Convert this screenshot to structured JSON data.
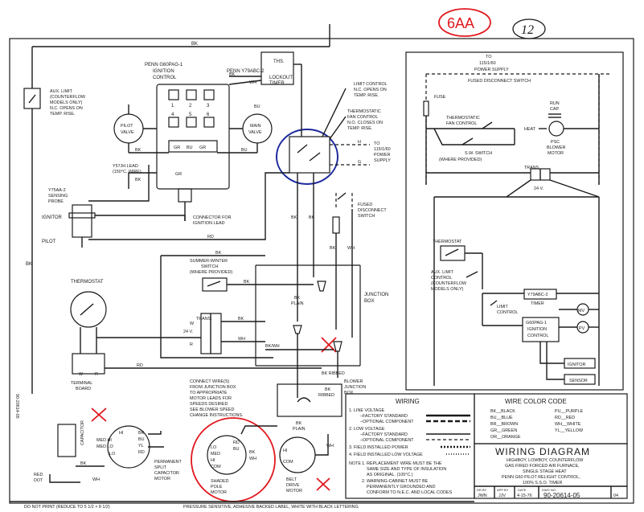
{
  "header": {
    "handwritten_code": "6AA",
    "circled_number": "12"
  },
  "components": {
    "power_supply_top": [
      "TO",
      "115/1/60",
      "POWER SUPPLY"
    ],
    "fused_disconnect_switch": "FUSED DISCONNECT SWITCH",
    "fuse": "FUSE",
    "run_cap": [
      "RUN",
      "CAP."
    ],
    "thermostatic_fan_control_right": [
      "THERMOSTATIC",
      "FAN CONTROL"
    ],
    "heat": "HEAT",
    "psc_blower_motor": [
      "PSC",
      "BLOWER",
      "MOTOR"
    ],
    "sw_switch": [
      "S.W. SWITCH",
      "(WHERE PROVIDED)"
    ],
    "trans_right": "TRANS.",
    "v24_right": "24 V.",
    "thermostat_right": "THERMOSTAT",
    "aux_limit_right": [
      "AUX. LIMIT",
      "CONTROL",
      "(COUNTERFLOW",
      "MODELS ONLY)"
    ],
    "y79abc_timer": [
      "Y79ABC-2",
      "TIMER"
    ],
    "limit_control_right": [
      "LIMIT",
      "CONTROL"
    ],
    "mv": "MV",
    "pv": "PV",
    "g60pag_control": [
      "G60PAG-1",
      "IGNITION",
      "CONTROL"
    ],
    "ignitor_right": "IGNITOR",
    "sensor": "SENSOR",
    "aux_limit_left": [
      "AUX. LIMIT",
      "(COUNTERFLOW",
      "MODELS ONLY)",
      "N.C. OPENS ON",
      "TEMP. RISE."
    ],
    "penn_g60pag": [
      "PENN G60PAG-1",
      "IGNITION",
      "CONTROL"
    ],
    "penn_y79abc": [
      "PENN Y79ABC-2",
      "LOCKOUT",
      "TIMER"
    ],
    "ths": "THS.",
    "pilot_valve": [
      "PILOT",
      "VALVE"
    ],
    "main_valve": [
      "MAIN",
      "VALVE"
    ],
    "limit_control_top": [
      "LIMIT CONTROL",
      "N.C. OPENS ON",
      "TEMP. RISE."
    ],
    "thermostatic_fan_control_top": [
      "THERMOSTATIC",
      "FAN CONTROL",
      "N.O. CLOSES ON",
      "TEMP. RISE."
    ],
    "power_supply_mid": [
      "TO",
      "115/1/60",
      "POWER",
      "SUPPLY"
    ],
    "fused_disconnect_mid": [
      "FUSED",
      "DISCONNECT",
      "SWITCH"
    ],
    "y75jh_lead": [
      "Y57JH LEAD",
      "(150°C. WIRE)"
    ],
    "y75aa_probe": [
      "Y75AA-2",
      "SENSING",
      "PROBE"
    ],
    "ignitor_left": "IGNITOR",
    "pilot_left": "PILOT",
    "connector_ignition": [
      "CONNECTOR FOR",
      "IGNITION LEAD"
    ],
    "summer_winter": [
      "SUMMER-WINTER",
      "SWITCH",
      "(WHERE PROVIDED)"
    ],
    "junction_box": [
      "JUNCTION",
      "BOX"
    ],
    "thermostat_left": "THERMOSTAT",
    "trans_left": "TRANS.",
    "v24_left": "24 V.",
    "terminal_board": [
      "TERMINAL",
      "BOARD"
    ],
    "connect_wires_note": [
      "CONNECT WIRE(S)",
      "FROM JUNCTION BOX",
      "TO APPROPRIATE",
      "MOTOR LEADS FOR",
      "SPEEDS DESIRED",
      "SEE BLOWER SPEED",
      "CHANGE INSTRUCTIONS."
    ],
    "blower_junction_box": [
      "BLOWER",
      "JUNCTION",
      "BOX"
    ],
    "capacitor": "CAPACITOR",
    "psc_speeds": [
      "HI",
      "MED HI",
      "MED LO",
      "LO"
    ],
    "permanent_split": [
      "PERMANENT",
      "SPLIT",
      "CAPACITOR",
      "MOTOR"
    ],
    "red_dot": [
      "RED",
      "DOT"
    ],
    "shaded_speeds": [
      "LO",
      "MED",
      "HI",
      "COM"
    ],
    "shaded_pole": [
      "SHADED",
      "POLE",
      "MOTOR"
    ],
    "belt_speeds": [
      "HI",
      "COM"
    ],
    "belt_drive": [
      "BELT",
      "DRIVE",
      "MOTOR"
    ]
  },
  "wire_tags": {
    "bk": "BK",
    "wh": "WH",
    "rd": "RD",
    "bu": "BU",
    "gr": "GR",
    "yl": "YL",
    "bk_plain": [
      "BK",
      "PLAIN"
    ],
    "bk_ribbed": [
      "BK",
      "RIBBED"
    ],
    "bk_ribbed_inline": "BK RIBBED",
    "bk_wh": "BK/WH",
    "grn_g": "G",
    "h": "H",
    "terminals": [
      "1",
      "2",
      "3",
      "4",
      "5",
      "6"
    ],
    "trans_taps": [
      "R",
      "W",
      "G"
    ]
  },
  "legend": {
    "wiring_title": "WIRING",
    "items": [
      "1. LINE VOLTAGE",
      "–FACTORY STANDARD",
      "–OPTIONAL COMPONENT",
      "2. LOW VOLTAGE",
      "–FACTORY STANDARD",
      "–OPTIONAL COMPONENT",
      "3. FIELD INSTALLED POWER",
      "4. FIELD INSTALLED LOW VOLTAGE"
    ],
    "note_label": "NOTE",
    "notes": [
      "1. REPLACEMENT WIRE MUST BE THE",
      "SAME SIZE AND TYPE OF INSULATION",
      "AS ORIGINAL. (105°C.)",
      "2. WARNING-CABINET MUST BE",
      "PERMANENTLY GROUNDED AND",
      "CONFORM TO N.E.C. AND LOCAL CODES"
    ]
  },
  "color_code": {
    "title": "WIRE COLOR CODE",
    "rows": [
      [
        "BK__BLACK",
        "PU__PURPLE"
      ],
      [
        "BU__BLUE",
        "RD__RED"
      ],
      [
        "BR__BROWN",
        "WH__WHITE"
      ],
      [
        "GR__GREEN",
        "YL__YELLOW"
      ],
      [
        "OR__ORANGE",
        ""
      ]
    ]
  },
  "title_block": {
    "title": "WIRING DIAGRAM",
    "lines": [
      "HIGHBOY, LOWBOY, COUNTERFLOW",
      "GAS FIRED FORCED AIR FURNACE,",
      "SINGLE STAGE HEAT",
      "PENN G60 PILOT RELIGHT CONTROL,",
      "100% S.S.O. TIMER"
    ],
    "cells": [
      {
        "label": "DR BY",
        "value": "JWN"
      },
      {
        "label": "APP BY",
        "value": "JJV"
      },
      {
        "label": "DATE",
        "value": "4-15-76"
      },
      {
        "label": "DWG NO.",
        "value": "90-20614-05"
      }
    ],
    "rev": "04"
  },
  "footer": {
    "do_not_print": "DO NOT PRINT (REDUCE TO 5 1/2 × 8 1/2)",
    "label_note": "PRESSURE SENSITIVE, ADHESIVE BACKED LABEL, WHITE WITH BLACK LETTERING",
    "side_code": "90-20614-05"
  },
  "colors": {
    "ink": "#1a1a1a",
    "red_markup": "#e0181e",
    "blue_markup": "#1d2a9c"
  }
}
